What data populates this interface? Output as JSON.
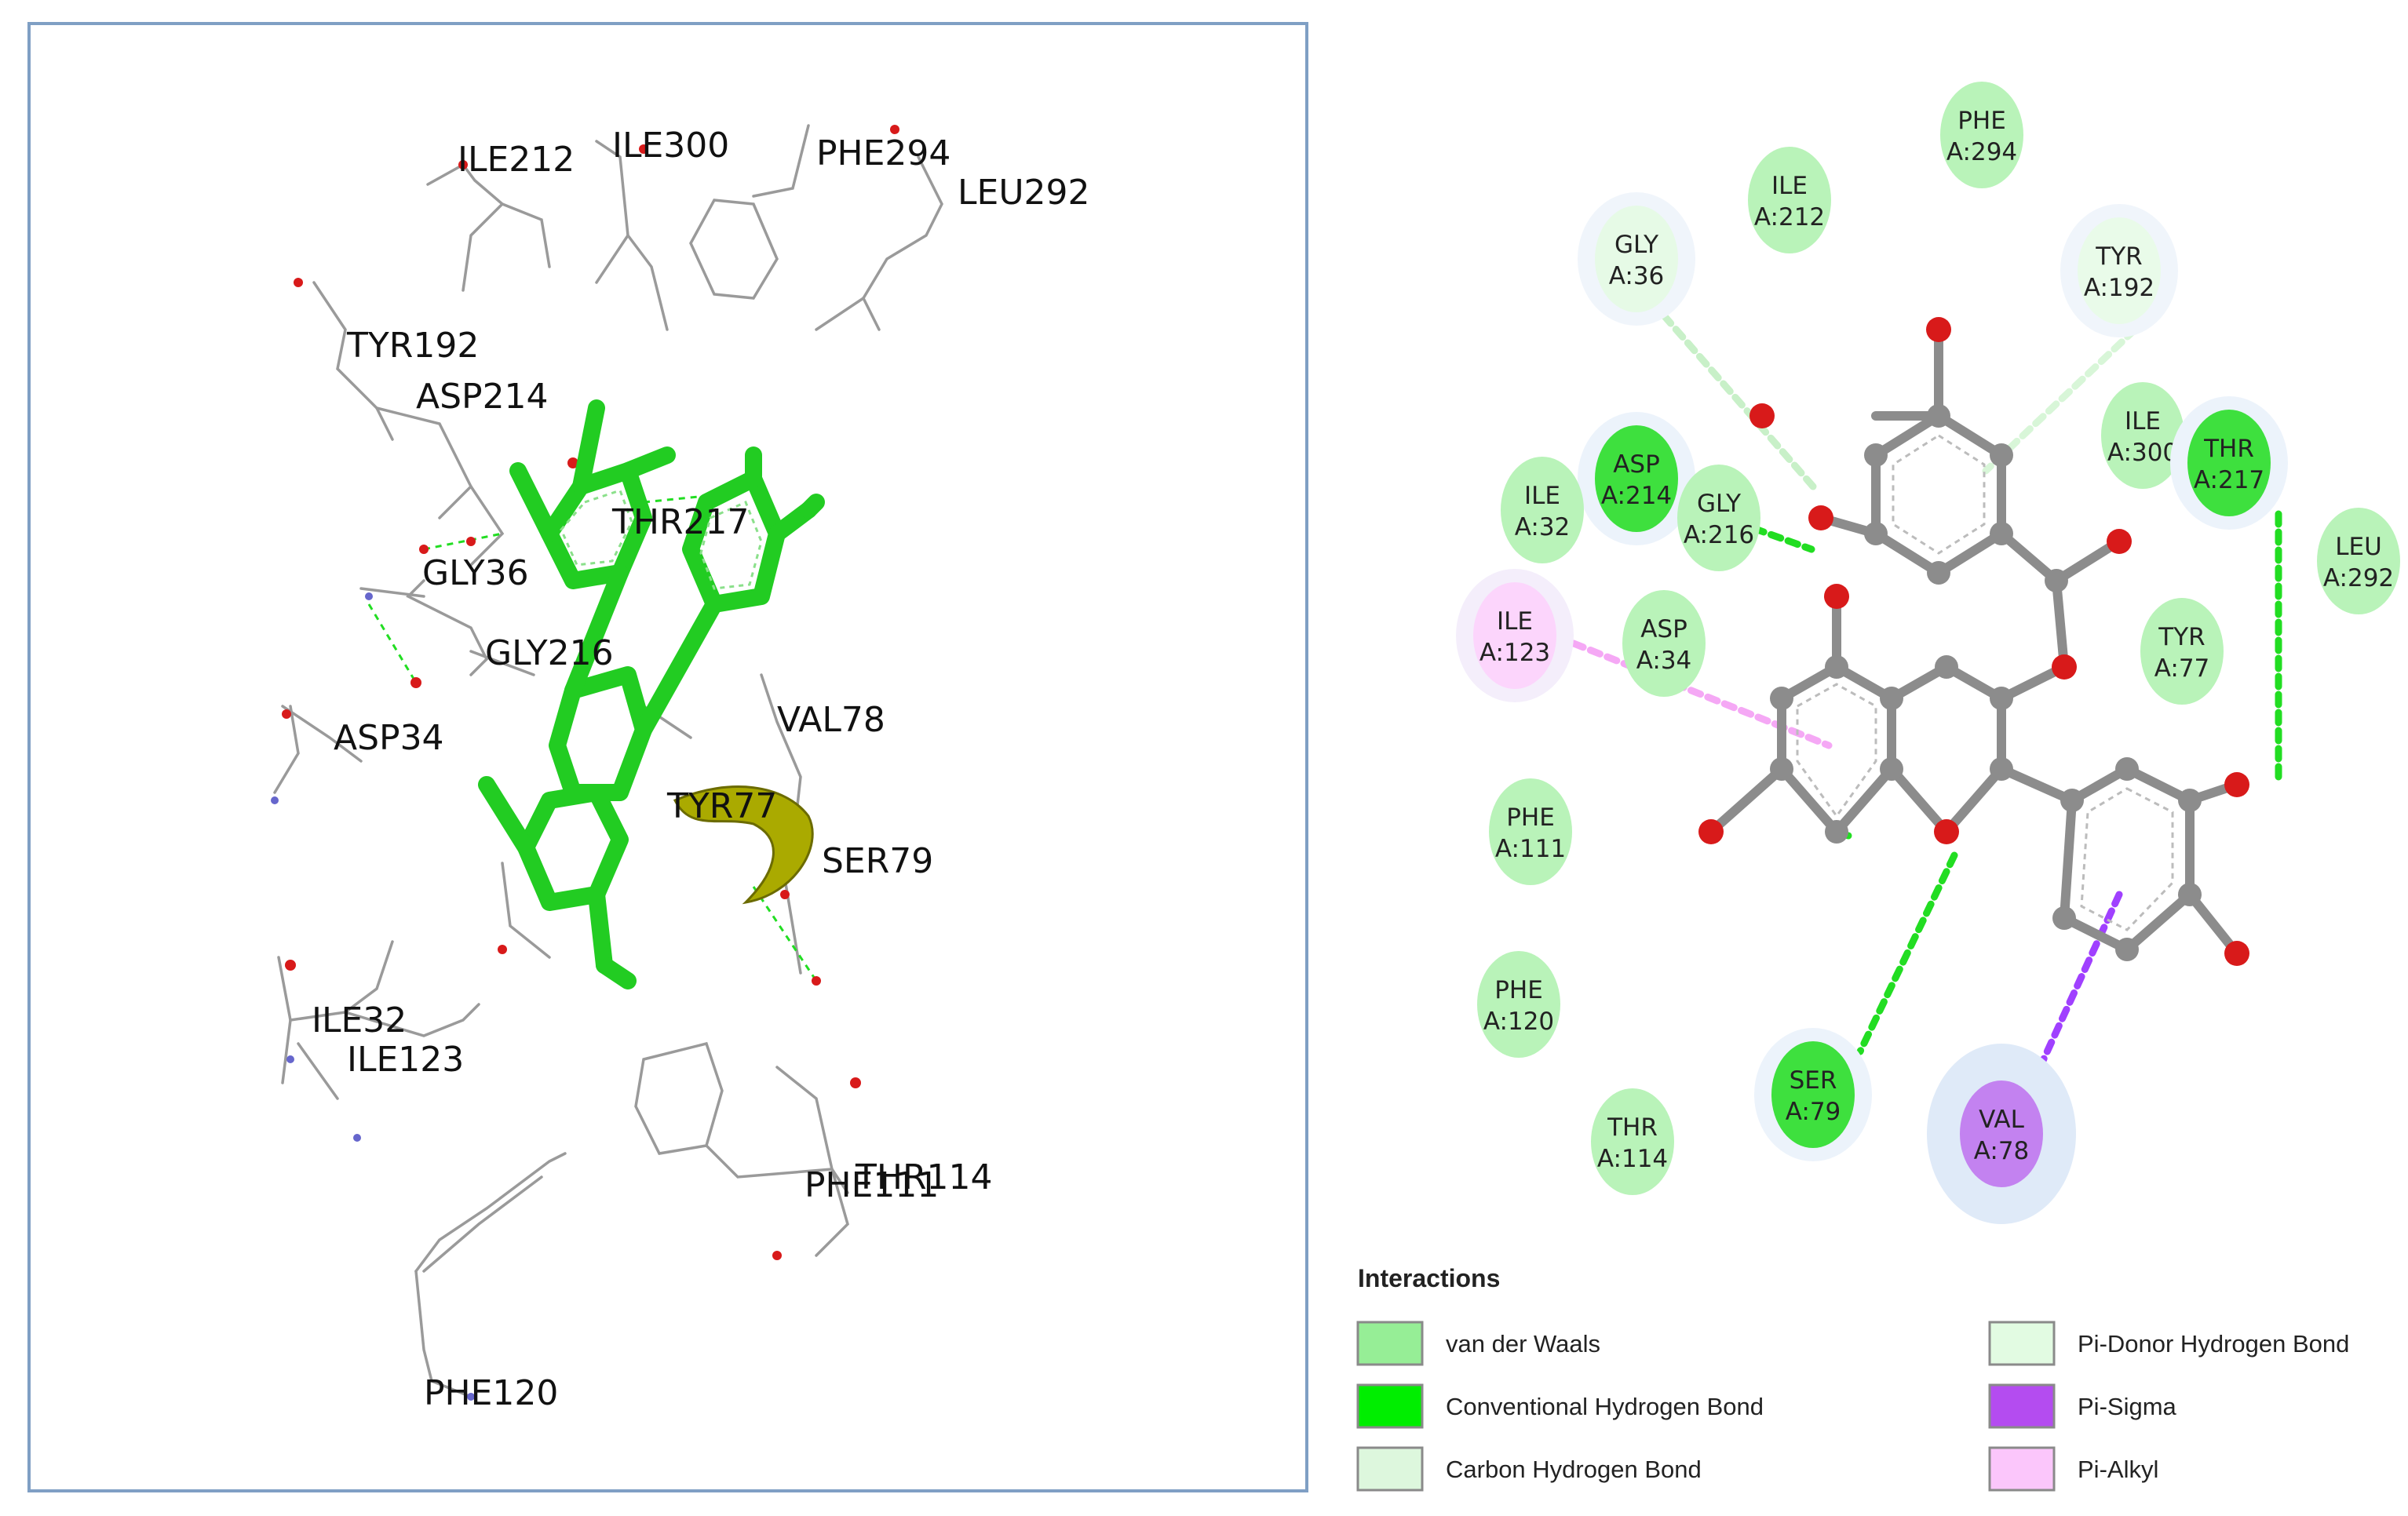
{
  "left_panel": {
    "residue_labels": [
      "ILE212",
      "ILE300",
      "PHE294",
      "LEU292",
      "TYR192",
      "ASP214",
      "THR217",
      "GLY36",
      "GLY216",
      "ASP34",
      "VAL78",
      "TYR77",
      "SER79",
      "ILE32",
      "ILE123",
      "PHE111",
      "THR114",
      "PHE120"
    ]
  },
  "right_panel": {
    "residues": [
      {
        "name": "PHE",
        "id": "A:294",
        "type": "vdw"
      },
      {
        "name": "ILE",
        "id": "A:212",
        "type": "vdw"
      },
      {
        "name": "GLY",
        "id": "A:36",
        "type": "carbon_hbond"
      },
      {
        "name": "TYR",
        "id": "A:192",
        "type": "pi_donor"
      },
      {
        "name": "ASP",
        "id": "A:214",
        "type": "conventional_hbond"
      },
      {
        "name": "GLY",
        "id": "A:216",
        "type": "vdw"
      },
      {
        "name": "ILE",
        "id": "A:300",
        "type": "vdw"
      },
      {
        "name": "THR",
        "id": "A:217",
        "type": "conventional_hbond"
      },
      {
        "name": "ILE",
        "id": "A:32",
        "type": "vdw"
      },
      {
        "name": "LEU",
        "id": "A:292",
        "type": "vdw"
      },
      {
        "name": "ILE",
        "id": "A:123",
        "type": "pi_alkyl"
      },
      {
        "name": "ASP",
        "id": "A:34",
        "type": "vdw"
      },
      {
        "name": "TYR",
        "id": "A:77",
        "type": "vdw"
      },
      {
        "name": "PHE",
        "id": "A:111",
        "type": "vdw"
      },
      {
        "name": "PHE",
        "id": "A:120",
        "type": "vdw"
      },
      {
        "name": "SER",
        "id": "A:79",
        "type": "conventional_hbond"
      },
      {
        "name": "VAL",
        "id": "A:78",
        "type": "pi_sigma"
      },
      {
        "name": "THR",
        "id": "A:114",
        "type": "vdw"
      }
    ]
  },
  "legend": {
    "title": "Interactions",
    "items": [
      {
        "label": "van der Waals",
        "color": "#96ee96"
      },
      {
        "label": "Conventional Hydrogen Bond",
        "color": "#00ee00"
      },
      {
        "label": "Carbon Hydrogen Bond",
        "color": "#ddf7dd"
      },
      {
        "label": "Pi-Donor Hydrogen Bond",
        "color": "#e2fbe2"
      },
      {
        "label": "Pi-Sigma",
        "color": "#b44cf0"
      },
      {
        "label": "Pi-Alkyl",
        "color": "#fbc6fb"
      }
    ]
  },
  "colors": {
    "ligand_3d": "#22cc22",
    "helix": "#aaaa00",
    "frame": "#7f9fc4",
    "hbond_line": "#22dd22",
    "pi_sigma_line": "#a040ff",
    "pi_alkyl_line": "#f5a8f5",
    "carbon_hbond_line": "#c8f0c8",
    "atom_carbon": "#8c8c8c",
    "atom_oxygen": "#d81a1a"
  }
}
